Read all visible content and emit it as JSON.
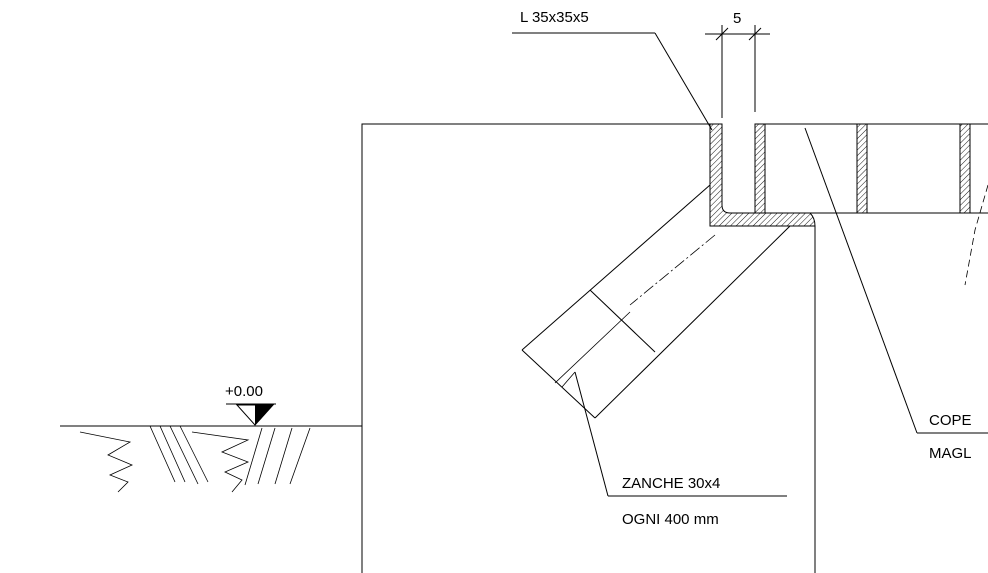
{
  "labels": {
    "angle_profile": "L 35x35x5",
    "dimension": "5",
    "level": "+0.00",
    "anchors_line1": "ZANCHE 30x4",
    "anchors_line2": "OGNI 400 mm",
    "cover_line1": "COPE",
    "cover_line2": "MAGL"
  }
}
